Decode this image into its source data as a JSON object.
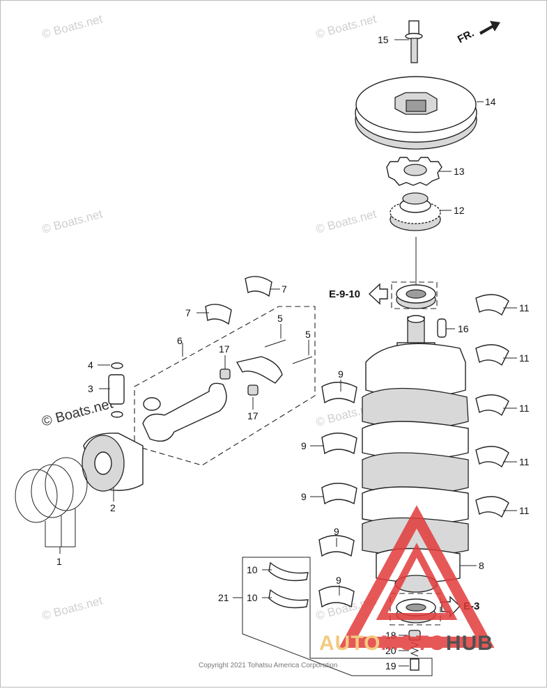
{
  "watermarks": {
    "w1": "© Boats.net",
    "w2": "© Boats.net",
    "w3": "© Boats.net",
    "w4": "© Boats.net",
    "w5": "© Boats.net",
    "w6": "© Boats.net",
    "w7": "© Boats.net",
    "w8": "© Boats.net"
  },
  "direction_label": "FR.",
  "callouts": {
    "c15": "15",
    "c14": "14",
    "c13": "13",
    "c12": "12",
    "c7a": "7",
    "c7b": "7",
    "c6": "6",
    "c5a": "5",
    "c5b": "5",
    "c17a": "17",
    "c17b": "17",
    "c4": "4",
    "c3": "3",
    "c2": "2",
    "c1": "1",
    "c16": "16",
    "c8": "8",
    "c11a": "11",
    "c11b": "11",
    "c11c": "11",
    "c11d": "11",
    "c11e": "11",
    "c9a": "9",
    "c9b": "9",
    "c9c": "9",
    "c9d": "9",
    "c9e": "9",
    "c10a": "10",
    "c10b": "10",
    "c21": "21",
    "c18": "18",
    "c20": "20",
    "c19": "19"
  },
  "references": {
    "upper": "E-9-10",
    "lower": "E-3"
  },
  "copyright": "Copyright 2021 Tohatsu America Corporation",
  "brand": {
    "logo_text_a": "AUTO",
    "logo_text_b": "MOTO",
    "logo_text_c": "HUB",
    "color_primary": "#e23b3b",
    "color_secondary": "#f0c36a",
    "color_dark": "#333333"
  }
}
